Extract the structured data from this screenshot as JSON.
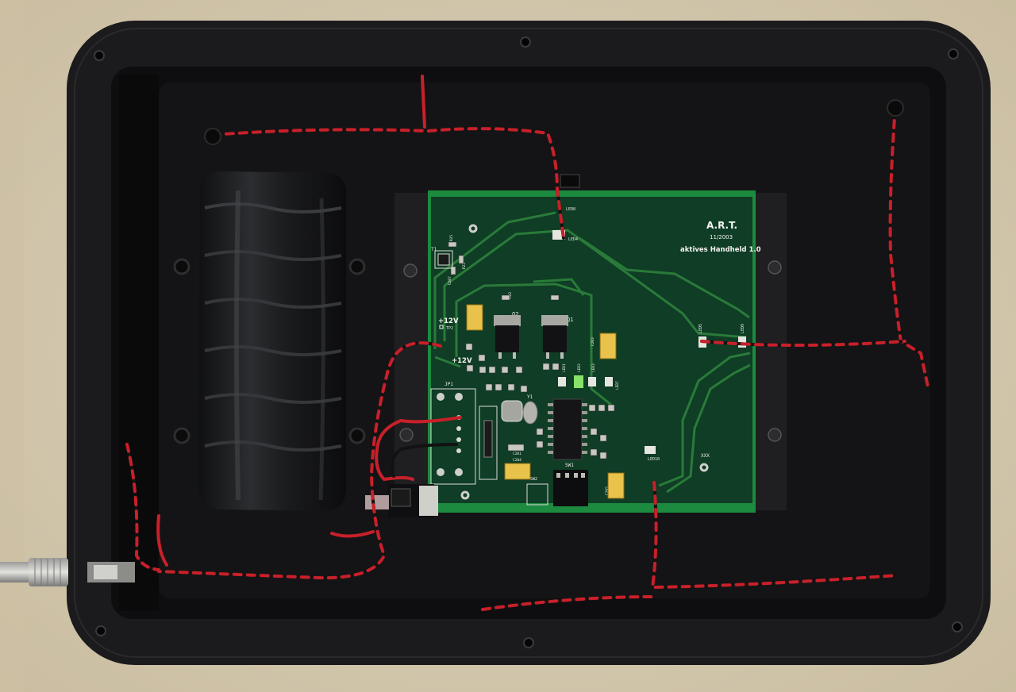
{
  "board": {
    "brand": "A.R.T.",
    "date": "11/2003",
    "product": "aktives Handheld 1.0",
    "power_label_1": "+12V",
    "power_label_2": "+12V",
    "tp_label": "TP2",
    "labels": {
      "q1": "Q1",
      "q2": "Q2",
      "t1": "T1",
      "y1": "Y1",
      "jp1": "JP1",
      "sw1": "SW1",
      "sw2": "SW2",
      "led4": "LED4",
      "led8": "LED8",
      "led5": "LED5",
      "led9": "LED9",
      "led10": "LED10",
      "xxx": "XXX",
      "c201": "C201",
      "c204": "C204",
      "c203": "C203",
      "c205": "C205",
      "led1": "LED1",
      "led2": "LED2",
      "led3": "LED3",
      "led7": "LED7",
      "r25": "R25",
      "r23": "R23",
      "c207": "C207",
      "r22": "R22"
    }
  },
  "colors": {
    "background": "#d8cdb6",
    "enclosure": "#1b1b1d",
    "pcb": "#0f3d25",
    "pcb_edge": "#1c8a3f",
    "trace": "#2a7a3a",
    "wire_red": "#c8202a",
    "wire_black": "#121212",
    "battery": "#1a1b1d",
    "capacitor": "#e8c24a"
  }
}
